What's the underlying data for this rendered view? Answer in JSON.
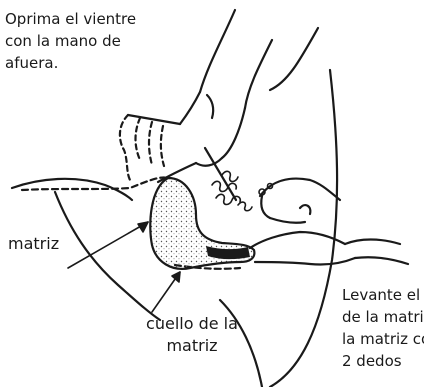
{
  "labels": {
    "instruction_top": [
      "Oprima el vientre",
      "con la mano de",
      "afuera."
    ],
    "matriz": "matriz",
    "cuello": [
      "cuello de la",
      "matriz"
    ],
    "instruction_bottom": [
      "Levante el cuello",
      "de la matriz y",
      "la matriz con",
      "2 dedos"
    ]
  },
  "colors": {
    "line": "#1a1a1a",
    "background": "#ffffff"
  }
}
